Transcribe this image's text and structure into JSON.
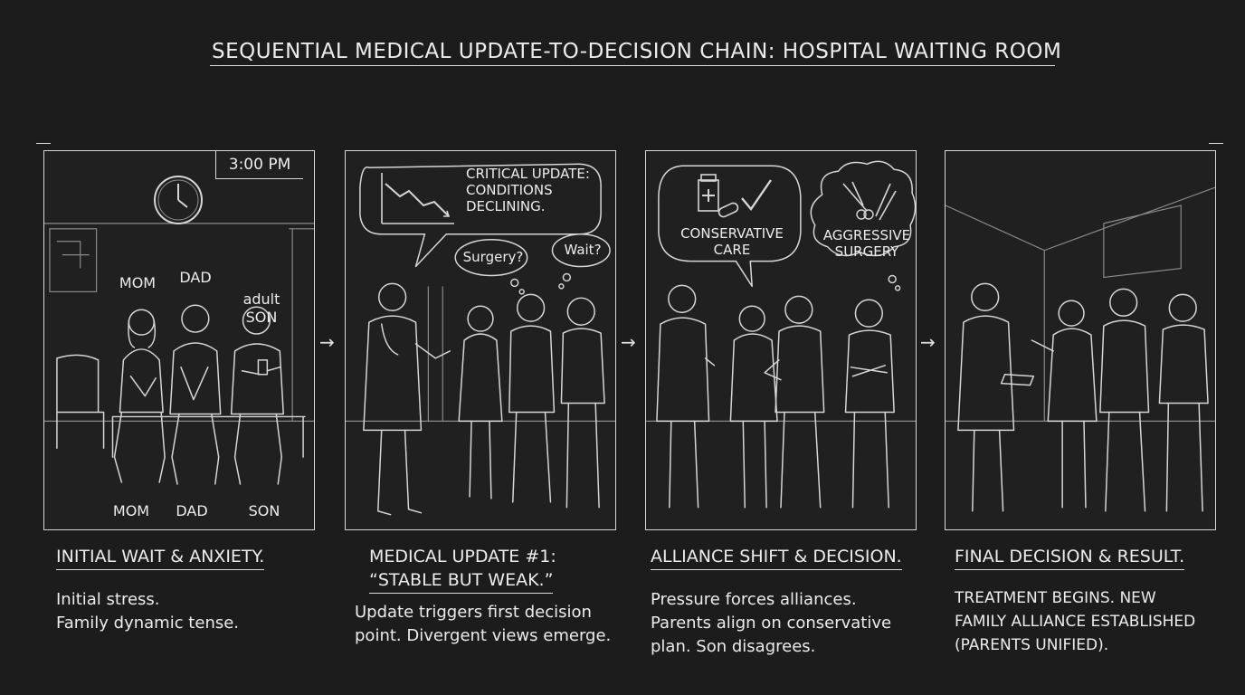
{
  "title": "SEQUENTIAL MEDICAL UPDATE-TO-DECISION CHAIN: HOSPITAL WAITING ROOM",
  "panels": [
    {
      "time": "3:00 PM",
      "labels_top": [
        "MOM",
        "DAD",
        "adult SON"
      ],
      "labels_bottom": [
        "MOM",
        "DAD",
        "SON"
      ],
      "heading": "INITIAL WAIT & ANXIETY.",
      "body": [
        "Initial stress.",
        "Family dynamic tense."
      ]
    },
    {
      "bubble": [
        "CRITICAL UPDATE:",
        "CONDITIONS",
        "DECLINING."
      ],
      "thought_1": "Surgery?",
      "thought_2": "Wait?",
      "heading_line1": "MEDICAL UPDATE #1:",
      "heading_line2": "“STABLE BUT WEAK.”",
      "body": [
        "Update triggers first decision",
        "point. Divergent views emerge."
      ]
    },
    {
      "bubble_left": [
        "CONSERVATIVE",
        "CARE"
      ],
      "bubble_right": [
        "AGGRESSIVE",
        "SURGERY"
      ],
      "heading": "ALLIANCE SHIFT & DECISION.",
      "body": [
        "Pressure forces alliances.",
        "Parents align on conservative",
        "plan. Son disagrees."
      ]
    },
    {
      "heading": "FINAL DECISION & RESULT.",
      "body": [
        "TREATMENT BEGINS. NEW",
        "FAMILY ALLIANCE ESTABLISHED",
        "(PARENTS UNIFIED)."
      ]
    }
  ],
  "arrows": [
    "→",
    "→",
    "→"
  ],
  "icons": [
    "clock-icon",
    "chart-icon",
    "medicine-bottle-icon",
    "pill-icon",
    "checkmark-icon",
    "surgical-tools-icon",
    "arrow-icon"
  ]
}
